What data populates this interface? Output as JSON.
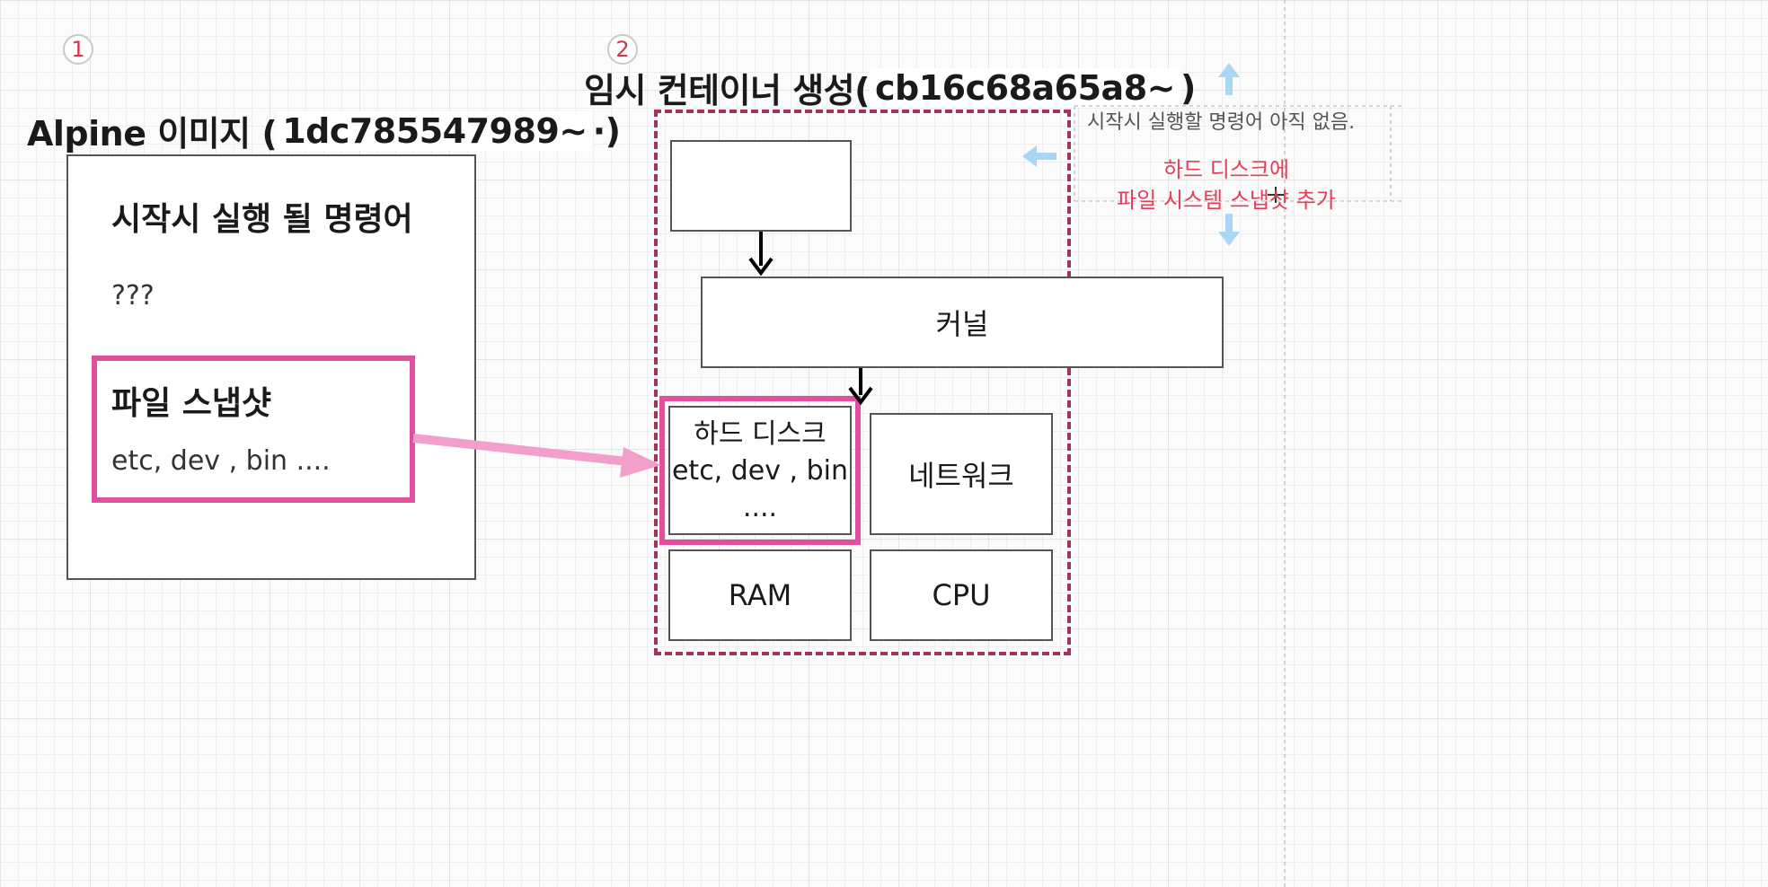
{
  "step1": {
    "badge": "1",
    "title_prefix": "Alpine 이미지 (",
    "image_id": "1dc785547989~",
    "title_suffix": "·)",
    "start_command_heading": "시작시 실행 될 명령어",
    "start_command_value": "???",
    "snapshot_heading": "파일 스냅샷",
    "snapshot_files": "etc, dev , bin ...."
  },
  "step2": {
    "badge": "2",
    "title_prefix": "임시 컨테이너 생성(",
    "container_id": "cb16c68a65a8~",
    "title_suffix": ")",
    "kernel_label": "커널",
    "hard_disk_line1": "하드 디스크",
    "hard_disk_line2": "etc, dev , bin",
    "hard_disk_line3": "....",
    "network_label": "네트워크",
    "ram_label": "RAM",
    "cpu_label": "CPU"
  },
  "notes": {
    "no_command_note": "시작시 실행할 명령어 아직 없음.",
    "snapshot_note_line1": "하드 디스크에",
    "snapshot_note_line2": "파일 시스템 스냅샷 추가"
  },
  "colors": {
    "highlight_pink": "#e0509f",
    "arrow_pink": "#f2a0cb",
    "container_dashed": "#a33357",
    "badge_red": "#d6334a",
    "note_red": "#e0405a",
    "guide_blue": "#a9d6f2"
  }
}
